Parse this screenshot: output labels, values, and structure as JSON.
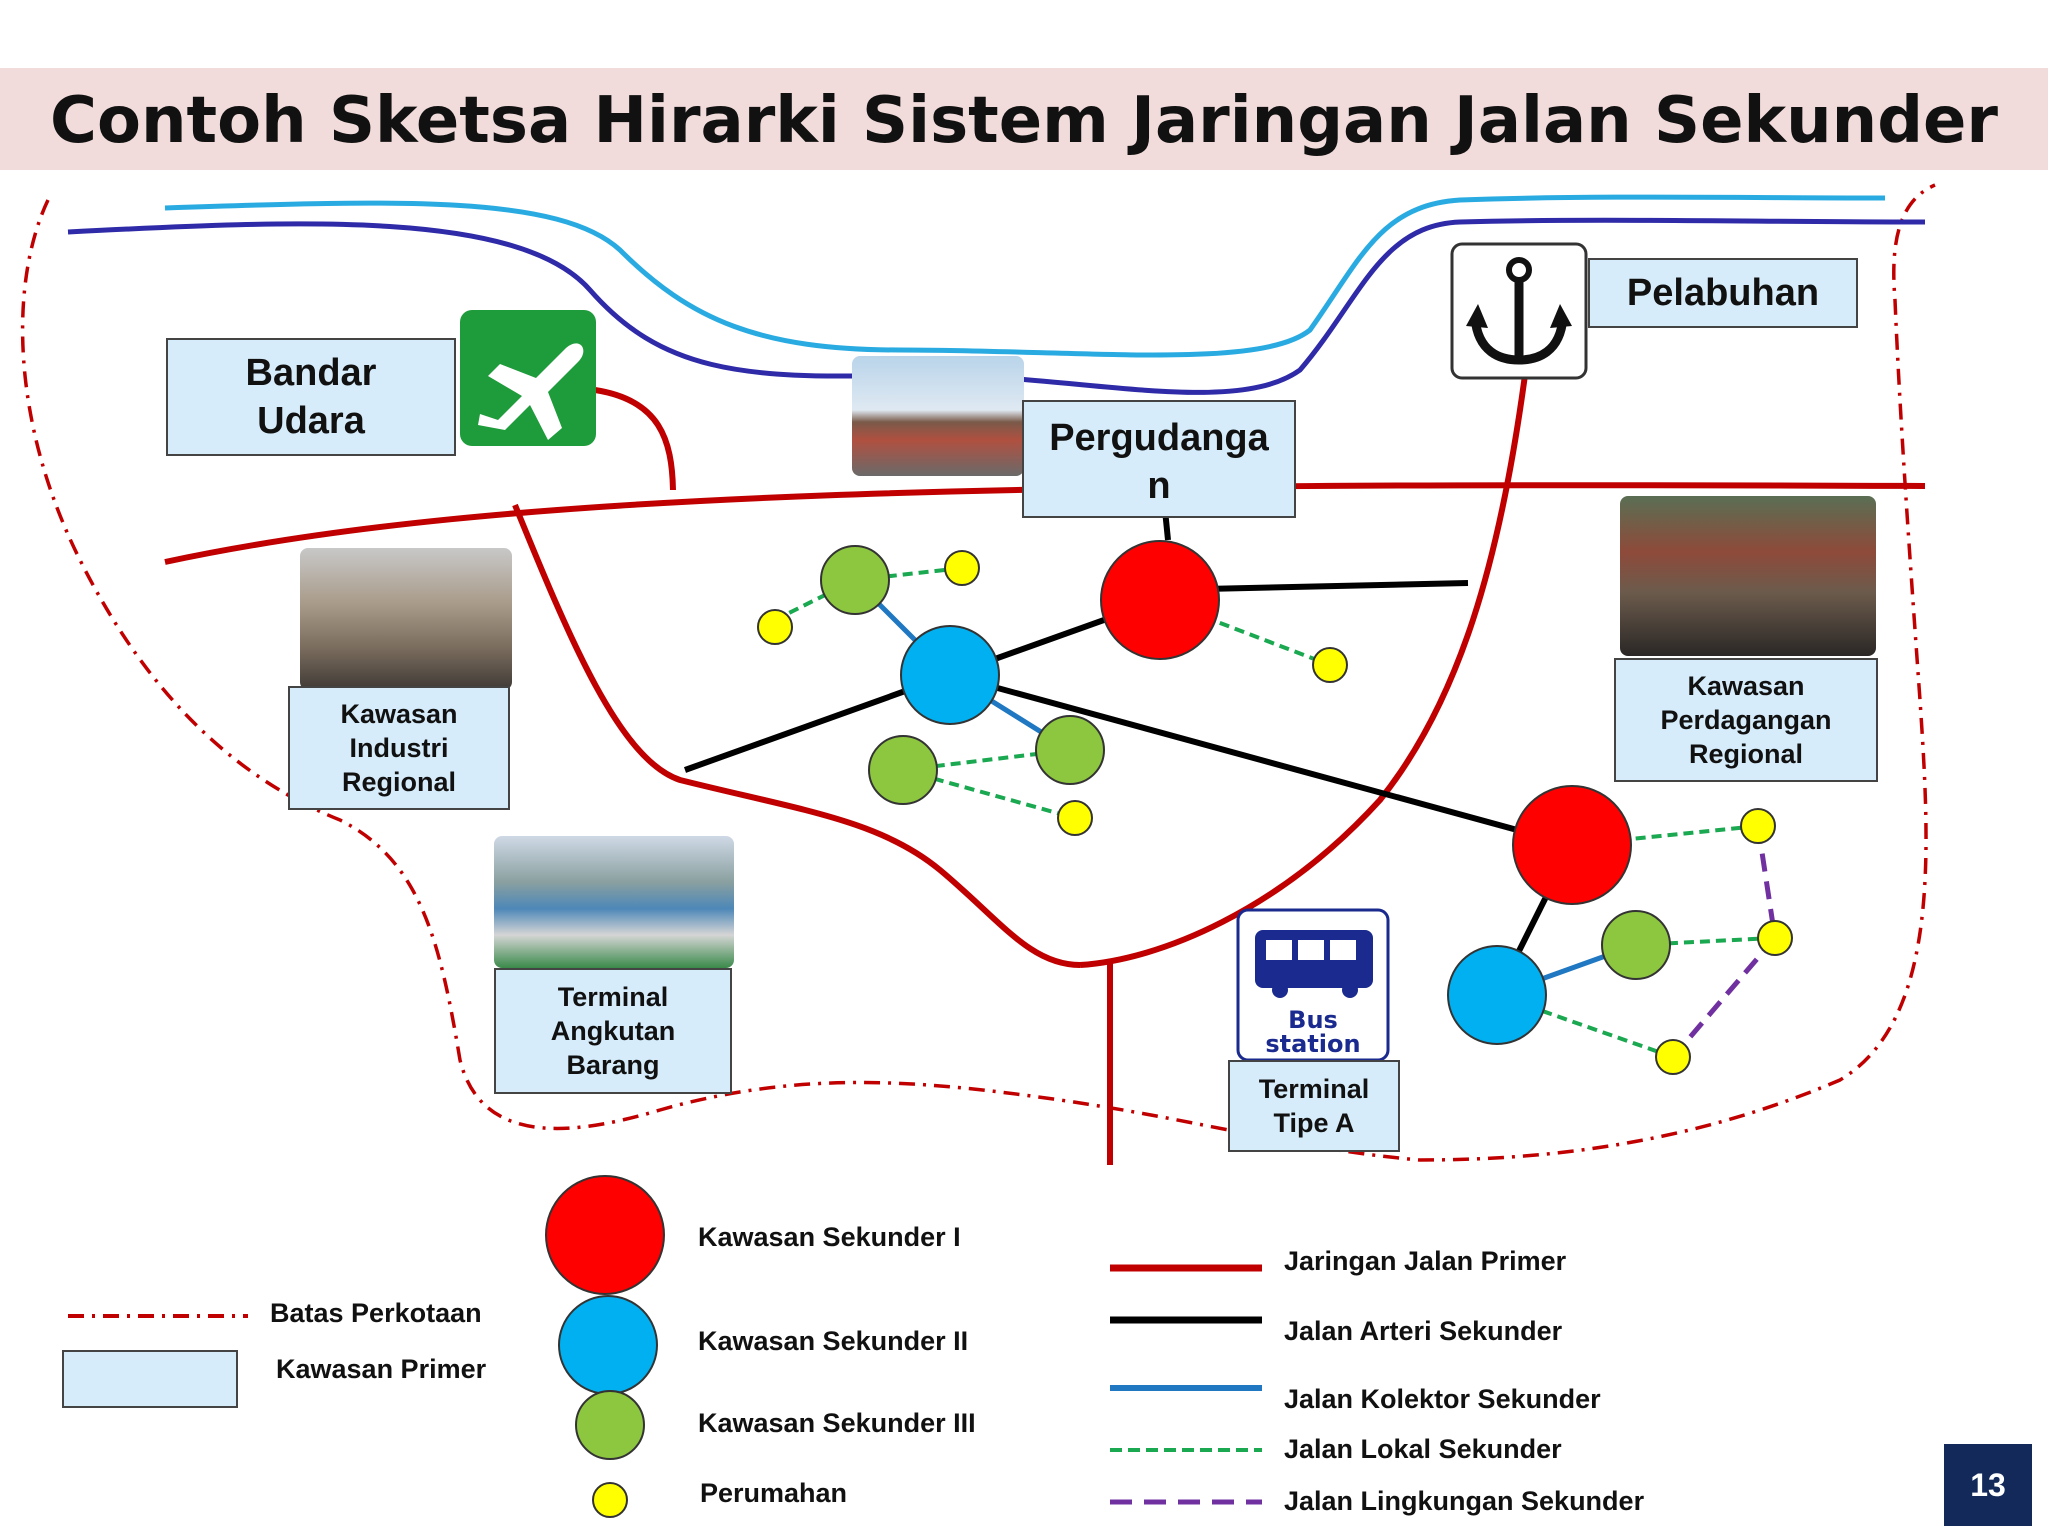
{
  "title": "Contoh Sketsa Hirarki Sistem Jaringan Jalan Sekunder",
  "boxes": {
    "bandar_udara": "Bandar\nUdara",
    "pelabuhan": "Pelabuhan",
    "pergudangan": "Pergudanga\nn",
    "kawasan_industri": "Kawasan\nIndustri\nRegional",
    "kawasan_perdagangan": "Kawasan\nPerdagangan\nRegional",
    "terminal_angkutan": "Terminal\nAngkutan\nBarang",
    "terminal_tipe_a": "Terminal\nTipe A"
  },
  "bus_sign": {
    "line1": "Bus",
    "line2": "station"
  },
  "icons": {
    "airport": "airplane-icon",
    "port": "anchor-icon",
    "bus": "bus-station-icon"
  },
  "legend_left": {
    "batas": "Batas Perkotaan",
    "primer": "Kawasan Primer"
  },
  "legend_nodes": {
    "sekunder1": "Kawasan Sekunder I",
    "sekunder2": "Kawasan Sekunder II",
    "sekunder3": "Kawasan Sekunder III",
    "perumahan": "Perumahan"
  },
  "legend_lines": {
    "primer": "Jaringan Jalan Primer",
    "arteri": "Jalan Arteri Sekunder",
    "kolektor": "Jalan Kolektor Sekunder",
    "lokal": "Jalan Lokal Sekunder",
    "lingkungan": "Jalan Lingkungan Sekunder"
  },
  "page_number": "13",
  "colors": {
    "primary_road": "#c00000",
    "arteri": "#000000",
    "kolektor": "#1f78c1",
    "lokal": "#1aa850",
    "lingkungan": "#7030a0",
    "boundary": "#c00000",
    "river_light": "#29abe2",
    "river_dark": "#2e2aa8",
    "sekunder1": "#ff0000",
    "sekunder2": "#00b0f0",
    "sekunder3": "#8dc63f",
    "perumahan": "#ffff00",
    "box_fill": "#d6ecfa",
    "page_badge": "#12295a"
  }
}
